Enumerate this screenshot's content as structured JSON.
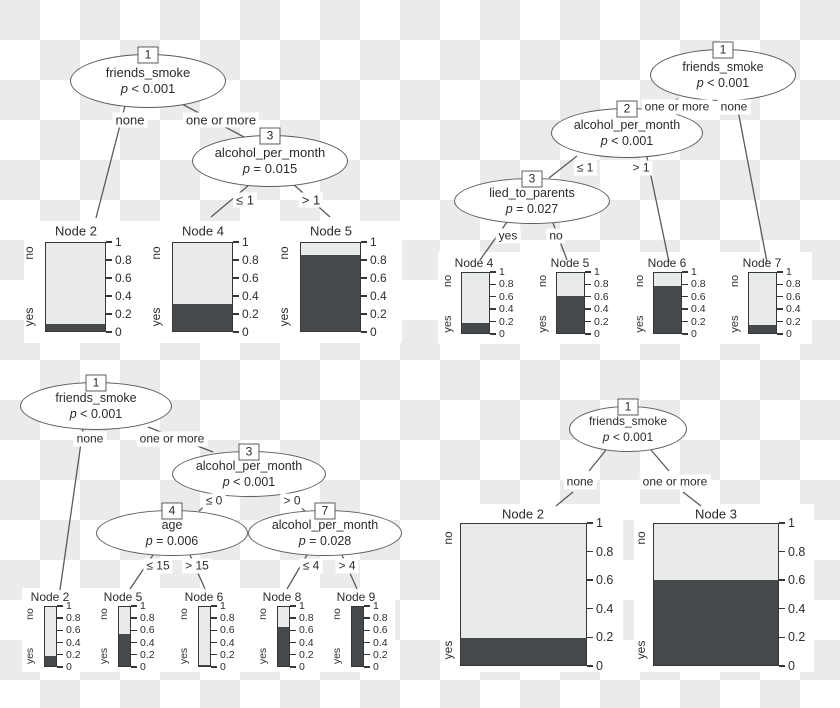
{
  "axis_labels": [
    "1",
    "0.8",
    "0.6",
    "0.4",
    "0.2",
    "0"
  ],
  "labels": {
    "no": "no",
    "yes": "yes"
  },
  "colors": {
    "checker_dark": "#ebebeb",
    "checker_light": "#ffffff",
    "bar_dark": "#46494c",
    "bar_light": "#e9eaea",
    "outline": "#35383b",
    "edge_line": "#5a5a5a"
  },
  "trees": {
    "tl": {
      "inner_nodes": [
        {
          "id": "1",
          "var": "friends_smoke",
          "p": "p < 0.001"
        },
        {
          "id": "3",
          "var": "alcohol_per_month",
          "p": "p = 0.015"
        }
      ],
      "edge_labels": [
        "none",
        "one or more",
        "≤ 1",
        "> 1"
      ],
      "terminals": [
        {
          "title": "Node 2",
          "yes": 0.08,
          "no": 0.92
        },
        {
          "title": "Node 4",
          "yes": 0.31,
          "no": 0.69
        },
        {
          "title": "Node 5",
          "yes": 0.86,
          "no": 0.14
        }
      ]
    },
    "tr": {
      "inner_nodes": [
        {
          "id": "1",
          "var": "friends_smoke",
          "p": "p < 0.001"
        },
        {
          "id": "2",
          "var": "alcohol_per_month",
          "p": "p < 0.001"
        },
        {
          "id": "3",
          "var": "lied_to_parents",
          "p": "p = 0.027"
        }
      ],
      "edge_labels": [
        "one or more",
        "none",
        "≤ 1",
        "> 1",
        "yes",
        "no"
      ],
      "terminals": [
        {
          "title": "Node 4",
          "yes": 0.17,
          "no": 0.83
        },
        {
          "title": "Node 5",
          "yes": 0.62,
          "no": 0.38
        },
        {
          "title": "Node 6",
          "yes": 0.79,
          "no": 0.21
        },
        {
          "title": "Node 7",
          "yes": 0.13,
          "no": 0.87
        }
      ]
    },
    "bl": {
      "inner_nodes": [
        {
          "id": "1",
          "var": "friends_smoke",
          "p": "p < 0.001"
        },
        {
          "id": "3",
          "var": "alcohol_per_month",
          "p": "p < 0.001"
        },
        {
          "id": "4",
          "var": "age",
          "p": "p = 0.006"
        },
        {
          "id": "7",
          "var": "alcohol_per_month",
          "p": "p = 0.028"
        }
      ],
      "edge_labels": [
        "none",
        "one or more",
        "≤ 0",
        "> 0",
        "≤ 15",
        "> 15",
        "≤ 4",
        "> 4"
      ],
      "terminals": [
        {
          "title": "Node 2",
          "yes": 0.17,
          "no": 0.83
        },
        {
          "title": "Node 5",
          "yes": 0.54,
          "no": 0.46
        },
        {
          "title": "Node 6",
          "yes": 0.02,
          "no": 0.98
        },
        {
          "title": "Node 8",
          "yes": 0.66,
          "no": 0.34
        },
        {
          "title": "Node 9",
          "yes": 1.0,
          "no": 0.0
        }
      ]
    },
    "br": {
      "inner_nodes": [
        {
          "id": "1",
          "var": "friends_smoke",
          "p": "p < 0.001"
        }
      ],
      "edge_labels": [
        "none",
        "one or more"
      ],
      "terminals": [
        {
          "title": "Node 2",
          "yes": 0.19,
          "no": 0.81
        },
        {
          "title": "Node 3",
          "yes": 0.6,
          "no": 0.4
        }
      ]
    }
  },
  "chart_data": [
    {
      "type": "bar",
      "panel": "top-left",
      "stacked": true,
      "categories": [
        "Node 2",
        "Node 4",
        "Node 5"
      ],
      "series": [
        {
          "name": "yes",
          "values": [
            0.08,
            0.31,
            0.86
          ]
        },
        {
          "name": "no",
          "values": [
            0.92,
            0.69,
            0.14
          ]
        }
      ],
      "ylim": [
        0,
        1
      ],
      "yticks": [
        1,
        0.8,
        0.6,
        0.4,
        0.2,
        0
      ]
    },
    {
      "type": "bar",
      "panel": "top-right",
      "stacked": true,
      "categories": [
        "Node 4",
        "Node 5",
        "Node 6",
        "Node 7"
      ],
      "series": [
        {
          "name": "yes",
          "values": [
            0.17,
            0.62,
            0.79,
            0.13
          ]
        },
        {
          "name": "no",
          "values": [
            0.83,
            0.38,
            0.21,
            0.87
          ]
        }
      ],
      "ylim": [
        0,
        1
      ],
      "yticks": [
        1,
        0.8,
        0.6,
        0.4,
        0.2,
        0
      ]
    },
    {
      "type": "bar",
      "panel": "bottom-left",
      "stacked": true,
      "categories": [
        "Node 2",
        "Node 5",
        "Node 6",
        "Node 8",
        "Node 9"
      ],
      "series": [
        {
          "name": "yes",
          "values": [
            0.17,
            0.54,
            0.02,
            0.66,
            1.0
          ]
        },
        {
          "name": "no",
          "values": [
            0.83,
            0.46,
            0.98,
            0.34,
            0.0
          ]
        }
      ],
      "ylim": [
        0,
        1
      ],
      "yticks": [
        1,
        0.8,
        0.6,
        0.4,
        0.2,
        0
      ]
    },
    {
      "type": "bar",
      "panel": "bottom-right",
      "stacked": true,
      "categories": [
        "Node 2",
        "Node 3"
      ],
      "series": [
        {
          "name": "yes",
          "values": [
            0.19,
            0.6
          ]
        },
        {
          "name": "no",
          "values": [
            0.81,
            0.4
          ]
        }
      ],
      "ylim": [
        0,
        1
      ],
      "yticks": [
        1,
        0.8,
        0.6,
        0.4,
        0.2,
        0
      ]
    }
  ]
}
